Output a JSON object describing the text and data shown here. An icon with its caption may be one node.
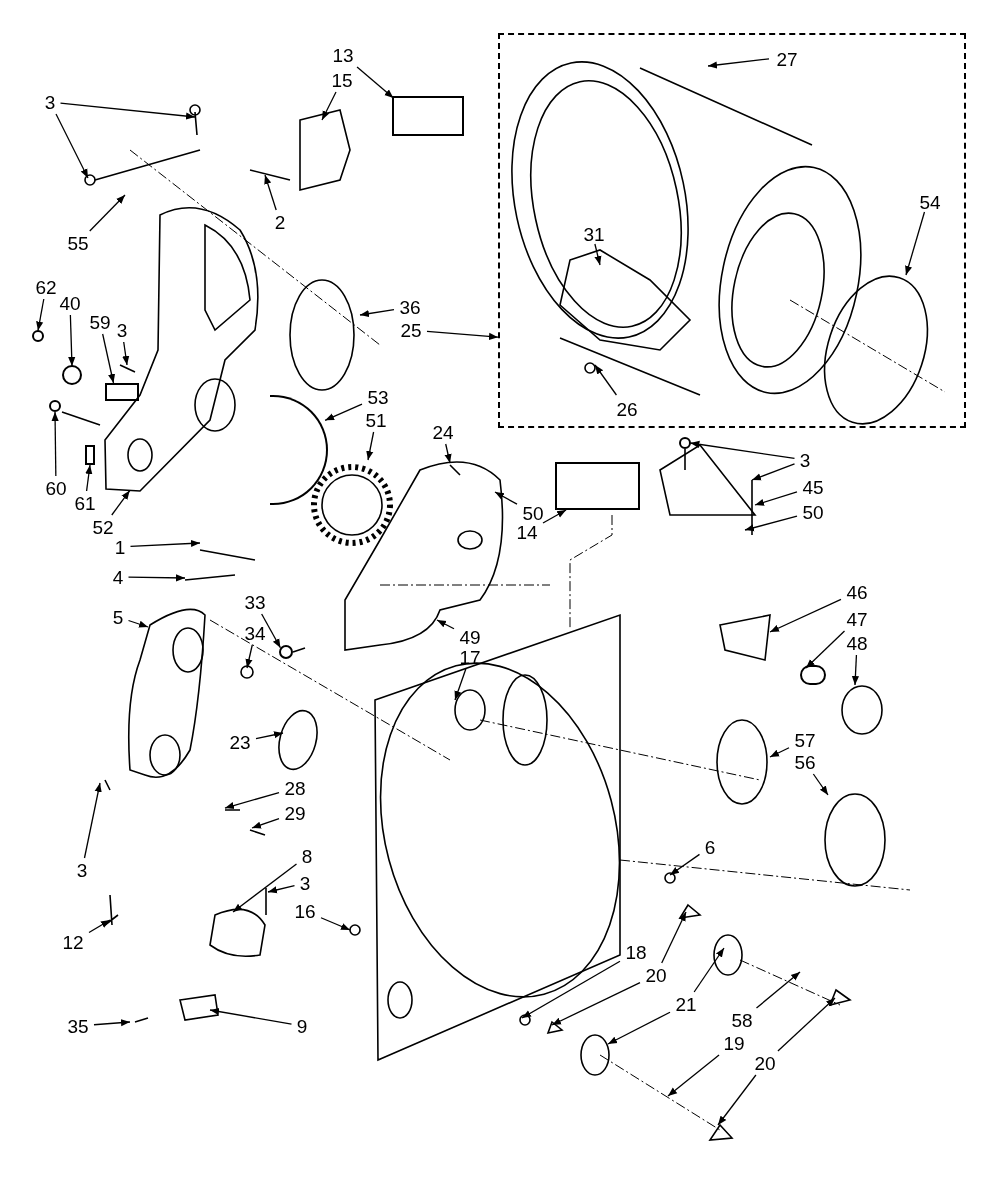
{
  "diagram": {
    "nodes": [
      {
        "text": [],
        "shape": "box"
      },
      {
        "text": [
          "3"
        ]
      },
      {
        "text": [
          "13"
        ]
      },
      {
        "text": [
          "15"
        ]
      },
      {
        "text": [
          "2"
        ]
      },
      {
        "text": [
          "55"
        ]
      },
      {
        "text": [
          "27"
        ],
        "in": 0
      },
      {
        "text": [
          "31"
        ],
        "in": 0
      },
      {
        "text": [
          "54"
        ],
        "in": 0
      },
      {
        "text": [
          "62"
        ]
      },
      {
        "text": [
          "40"
        ]
      },
      {
        "text": [
          "59"
        ]
      },
      {
        "text": [
          "3"
        ]
      },
      {
        "text": [
          "36"
        ]
      },
      {
        "text": [
          "25"
        ]
      },
      {
        "text": [
          "26"
        ],
        "in": 0
      },
      {
        "text": [
          "53"
        ]
      },
      {
        "text": [
          "51"
        ]
      },
      {
        "text": [
          "24"
        ]
      },
      {
        "text": [
          "3"
        ]
      },
      {
        "text": [
          "45"
        ]
      },
      {
        "text": [
          "50"
        ]
      },
      {
        "text": [
          "50"
        ]
      },
      {
        "text": [
          "14"
        ]
      },
      {
        "text": [
          "60"
        ]
      },
      {
        "text": [
          "61"
        ]
      },
      {
        "text": [
          "52"
        ]
      },
      {
        "text": [
          "1"
        ]
      },
      {
        "text": [
          "4"
        ]
      },
      {
        "text": [
          "5"
        ]
      },
      {
        "text": [
          "33"
        ]
      },
      {
        "text": [
          "34"
        ]
      },
      {
        "text": [
          "49"
        ]
      },
      {
        "text": [
          "17"
        ]
      },
      {
        "text": [
          "46"
        ]
      },
      {
        "text": [
          "47"
        ]
      },
      {
        "text": [
          "48"
        ]
      },
      {
        "text": [
          "23"
        ]
      },
      {
        "text": [
          "57"
        ]
      },
      {
        "text": [
          "56"
        ]
      },
      {
        "text": [
          "28"
        ]
      },
      {
        "text": [
          "29"
        ]
      },
      {
        "text": [
          "3"
        ]
      },
      {
        "text": [
          "8"
        ]
      },
      {
        "text": [
          "3"
        ]
      },
      {
        "text": [
          "16"
        ]
      },
      {
        "text": [
          "6"
        ]
      },
      {
        "text": [
          "12"
        ]
      },
      {
        "text": [
          "18"
        ]
      },
      {
        "text": [
          "20"
        ]
      },
      {
        "text": [
          "21"
        ]
      },
      {
        "text": [
          "58"
        ]
      },
      {
        "text": [
          "19"
        ]
      },
      {
        "text": [
          "20"
        ]
      },
      {
        "text": [
          "35"
        ]
      },
      {
        "text": [
          "9"
        ]
      },
      {
        "text": [],
        "shape": "box"
      },
      {
        "text": [],
        "shape": "circle"
      },
      {
        "text": [],
        "shape": "circle"
      },
      {
        "text": [],
        "shape": "arc"
      },
      {
        "text": [],
        "shape": "circle"
      },
      {
        "text": [],
        "shape": "box"
      },
      {
        "text": [],
        "shape": "box"
      },
      {
        "text": [],
        "shape": "panel"
      },
      {
        "text": [],
        "shape": "circle"
      },
      {
        "text": [],
        "shape": "circle"
      },
      {
        "text": [],
        "shape": "box",
        "in": 63
      },
      {
        "text": [],
        "shape": "circle"
      }
    ],
    "edges": [
      {
        "from": 1,
        "to": null,
        "arrow": "to"
      },
      {
        "from": 1,
        "to": null,
        "arrow": "to"
      },
      {
        "from": 2,
        "to": 56,
        "arrow": "to"
      },
      {
        "from": 3,
        "to": null,
        "arrow": "to"
      },
      {
        "from": 4,
        "to": null,
        "arrow": "to"
      },
      {
        "from": 5,
        "to": null,
        "arrow": "to"
      },
      {
        "from": 6,
        "to": null,
        "arrow": "to"
      },
      {
        "from": 7,
        "to": null,
        "arrow": "to"
      },
      {
        "from": 8,
        "to": null,
        "arrow": "to"
      },
      {
        "from": 9,
        "to": 57,
        "arrow": "to"
      },
      {
        "from": 10,
        "to": 58,
        "arrow": "to"
      },
      {
        "from": 11,
        "to": 66,
        "arrow": "to"
      },
      {
        "from": 12,
        "to": null,
        "arrow": "to"
      },
      {
        "from": 13,
        "to": null,
        "arrow": "to"
      },
      {
        "from": 14,
        "to": 0,
        "arrow": "to"
      },
      {
        "from": 15,
        "to": null,
        "arrow": "to"
      },
      {
        "from": 16,
        "to": 59,
        "arrow": "to"
      },
      {
        "from": 17,
        "to": null,
        "arrow": "to"
      },
      {
        "from": 18,
        "to": null,
        "arrow": "to"
      },
      {
        "from": 19,
        "to": 60,
        "arrow": "to"
      },
      {
        "from": 19,
        "to": null,
        "arrow": "to"
      },
      {
        "from": 20,
        "to": null,
        "arrow": "to"
      },
      {
        "from": 21,
        "to": null,
        "arrow": "to"
      },
      {
        "from": 22,
        "to": null,
        "arrow": "to"
      },
      {
        "from": 23,
        "to": 61,
        "arrow": "to"
      },
      {
        "from": 24,
        "to": 67,
        "arrow": "to"
      },
      {
        "from": 25,
        "to": 62,
        "arrow": "to"
      },
      {
        "from": 26,
        "to": 63,
        "arrow": "to"
      },
      {
        "from": 27,
        "to": null,
        "arrow": "to"
      },
      {
        "from": 28,
        "to": null,
        "arrow": "to"
      },
      {
        "from": 29,
        "to": null,
        "arrow": "to"
      },
      {
        "from": 30,
        "to": 64,
        "arrow": "to"
      },
      {
        "from": 31,
        "to": null,
        "arrow": "to"
      },
      {
        "from": 32,
        "to": null,
        "arrow": "to"
      },
      {
        "from": 33,
        "to": null,
        "arrow": "to"
      },
      {
        "from": 34,
        "to": null,
        "arrow": "to"
      },
      {
        "from": 35,
        "to": 65,
        "arrow": "to"
      },
      {
        "from": 36,
        "to": null,
        "arrow": "to"
      },
      {
        "from": 37,
        "to": null,
        "arrow": "to"
      },
      {
        "from": 38,
        "to": null,
        "arrow": "to"
      },
      {
        "from": 39,
        "to": null,
        "arrow": "to"
      },
      {
        "from": 40,
        "to": null,
        "arrow": "to"
      },
      {
        "from": 41,
        "to": null,
        "arrow": "to"
      },
      {
        "from": 42,
        "to": null,
        "arrow": "to"
      },
      {
        "from": 43,
        "to": null,
        "arrow": "to"
      },
      {
        "from": 44,
        "to": null,
        "arrow": "to"
      },
      {
        "from": 45,
        "to": null,
        "arrow": "to"
      },
      {
        "from": 46,
        "to": null,
        "arrow": "to"
      },
      {
        "from": 47,
        "to": null,
        "arrow": "to"
      },
      {
        "from": 48,
        "to": null,
        "arrow": "to"
      },
      {
        "from": 49,
        "to": null,
        "arrow": "to"
      },
      {
        "from": 49,
        "to": null,
        "arrow": "to"
      },
      {
        "from": 50,
        "to": null,
        "arrow": "to"
      },
      {
        "from": 50,
        "to": null,
        "arrow": "to"
      },
      {
        "from": 51,
        "to": null,
        "arrow": "to"
      },
      {
        "from": 52,
        "to": null,
        "arrow": "to"
      },
      {
        "from": 53,
        "to": null,
        "arrow": "to"
      },
      {
        "from": 53,
        "to": null,
        "arrow": "to"
      },
      {
        "from": 54,
        "to": null,
        "arrow": "to"
      },
      {
        "from": 55,
        "to": null,
        "arrow": "to"
      }
    ]
  }
}
